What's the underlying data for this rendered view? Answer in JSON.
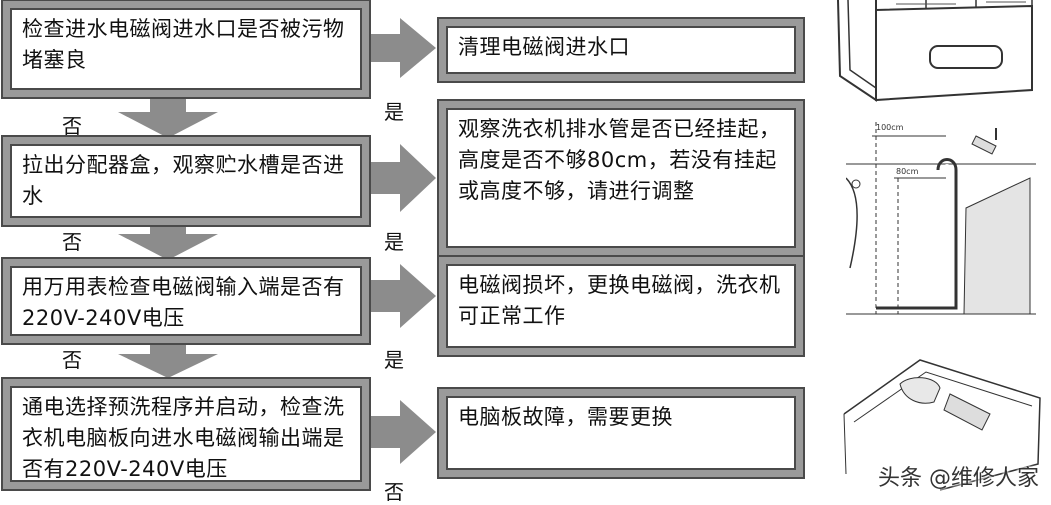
{
  "steps": [
    {
      "check": "检查进水电磁阀进水口是否被污物堵塞良",
      "result": "清理电磁阀进水口",
      "no": "否",
      "yes": "是"
    },
    {
      "check": "拉出分配器盒，观察贮水槽是否进水",
      "result": "观察洗衣机排水管是否已经挂起，高度是否不够80cm，若没有挂起或高度不够，请进行调整",
      "no": "否",
      "yes": "是"
    },
    {
      "check": "用万用表检查电磁阀输入端是否有220V-240V电压",
      "result": "电磁阀损坏，更换电磁阀，洗衣机可正常工作",
      "no": "否",
      "yes": "是"
    },
    {
      "check": "通电选择预洗程序并启动，检查洗衣机电脑板向进水电磁阀输出端是否有220V-240V电压",
      "result": "电脑板故障，需要更换",
      "no": "否"
    }
  ],
  "illustration": {
    "height_100": "100cm",
    "height_80": "80cm"
  },
  "watermark": "头条 @维修人家",
  "colors": {
    "box_border": "#4a4a4a",
    "box_frame": "#9a9a9a",
    "arrow": "#8c8c8c"
  }
}
